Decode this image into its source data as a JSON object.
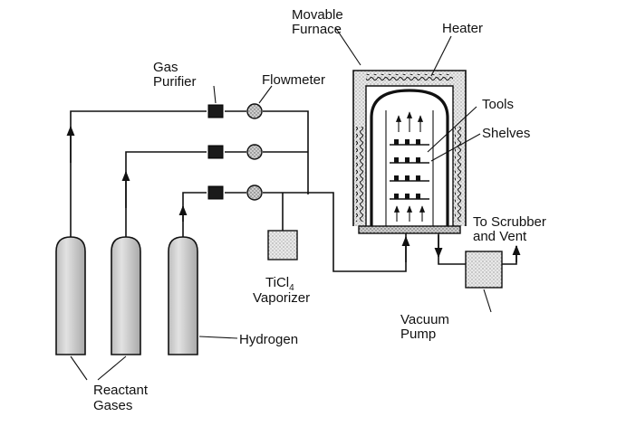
{
  "labels": {
    "movable_furnace_1": "Movable",
    "movable_furnace_2": "Furnace",
    "heater": "Heater",
    "gas_purifier_1": "Gas",
    "gas_purifier_2": "Purifier",
    "flowmeter": "Flowmeter",
    "tools": "Tools",
    "shelves": "Shelves",
    "scrubber_1": "To Scrubber",
    "scrubber_2": "and Vent",
    "ticl4_main": "TiCl",
    "ticl4_sub": "4",
    "vaporizer": "Vaporizer",
    "vacuum_1": "Vacuum",
    "vacuum_2": "Pump",
    "hydrogen": "Hydrogen",
    "reactant_1": "Reactant",
    "reactant_2": "Gases"
  }
}
